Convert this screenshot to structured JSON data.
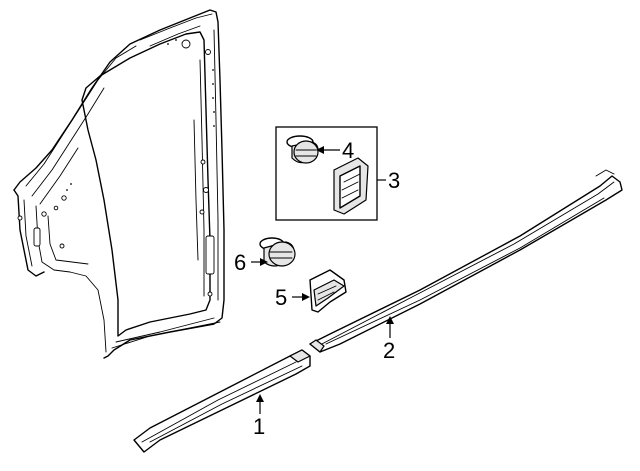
{
  "diagram": {
    "callouts": [
      {
        "id": "1",
        "label": "1"
      },
      {
        "id": "2",
        "label": "2"
      },
      {
        "id": "3",
        "label": "3"
      },
      {
        "id": "4",
        "label": "4"
      },
      {
        "id": "5",
        "label": "5"
      },
      {
        "id": "6",
        "label": "6"
      }
    ],
    "parts": {
      "body_side": "door-opening-pillar-frame",
      "front_moulding": "rocker-moulding-front",
      "rear_moulding": "rocker-moulding-rear",
      "kit_box": "moulding-clip-kit",
      "clip_4": "push-pin-clip",
      "clip_6": "push-pin-clip",
      "bracket_5": "moulding-bracket",
      "bracket_3": "moulding-bracket"
    },
    "colors": {
      "line": "#000000",
      "background": "#ffffff"
    }
  }
}
